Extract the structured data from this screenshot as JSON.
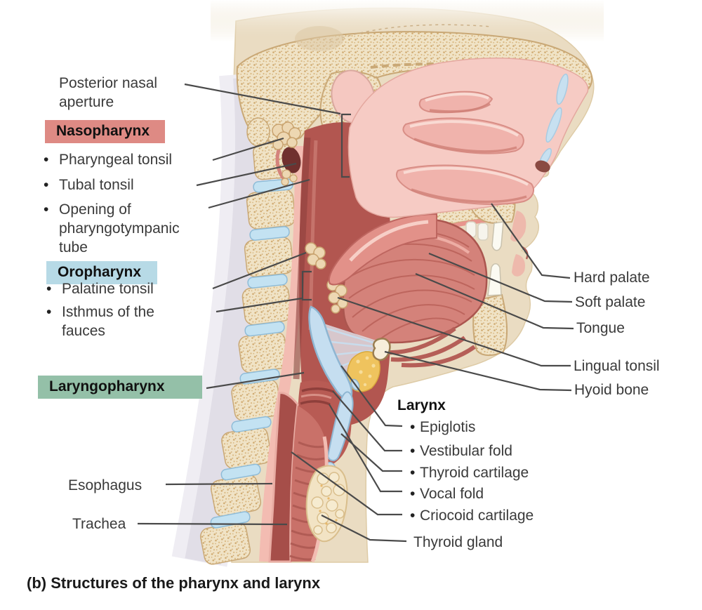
{
  "figure": {
    "caption": "(b) Structures of the pharynx and larynx"
  },
  "colors": {
    "nasopharynx_box": "#DE8A84",
    "oropharynx_box": "#B7DAE6",
    "laryngopharynx_box": "#94C0A8",
    "leader_line": "#4a4a4a"
  },
  "regions": {
    "nasopharynx": {
      "title": "Nasopharynx",
      "items": [
        "Pharyngeal tonsil",
        "Tubal tonsil",
        "Opening of pharyngotympanic tube"
      ]
    },
    "oropharynx": {
      "title": "Oropharynx",
      "items": [
        "Palatine tonsil",
        "Isthmus of the fauces"
      ]
    },
    "laryngopharynx": {
      "title": "Laryngopharynx"
    },
    "larynx": {
      "title": "Larynx",
      "items": [
        "Epiglotis",
        "Vestibular fold",
        "Thyroid cartilage",
        "Vocal fold",
        "Criocoid cartilage"
      ]
    }
  },
  "labels": {
    "posterior_nasal_aperture": "Posterior nasal aperture",
    "esophagus": "Esophagus",
    "trachea": "Trachea",
    "hard_palate": "Hard palate",
    "soft_palate": "Soft palate",
    "tongue": "Tongue",
    "lingual_tonsil": "Lingual tonsil",
    "hyoid_bone": "Hyoid bone",
    "thyroid_gland": "Thyroid gland"
  }
}
